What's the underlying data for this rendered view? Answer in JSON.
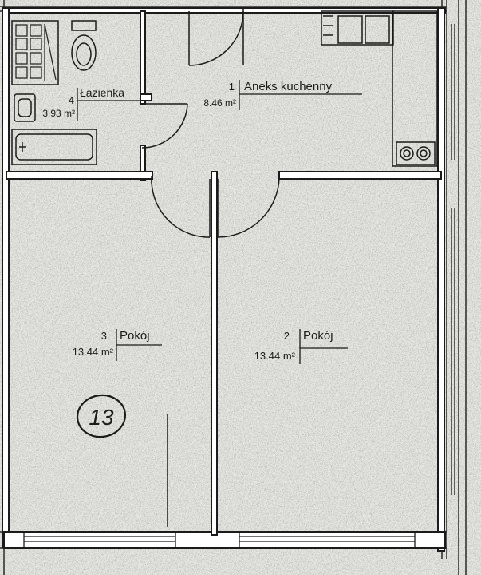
{
  "rooms": [
    {
      "id": "bathroom",
      "number": "4",
      "name": "Łazienka",
      "area": "3.93 m²"
    },
    {
      "id": "kitchen",
      "number": "1",
      "name": "Aneks kuchenny",
      "area": "8.46 m²"
    },
    {
      "id": "room3",
      "number": "3",
      "name": "Pokój",
      "area": "13.44 m²"
    },
    {
      "id": "room2",
      "number": "2",
      "name": "Pokój",
      "area": "13.44 m²"
    }
  ],
  "unit_number": "13",
  "colors": {
    "paper": "#e9e9e5",
    "ink": "#1b1b1b",
    "wall_fill": "#ffffff"
  }
}
